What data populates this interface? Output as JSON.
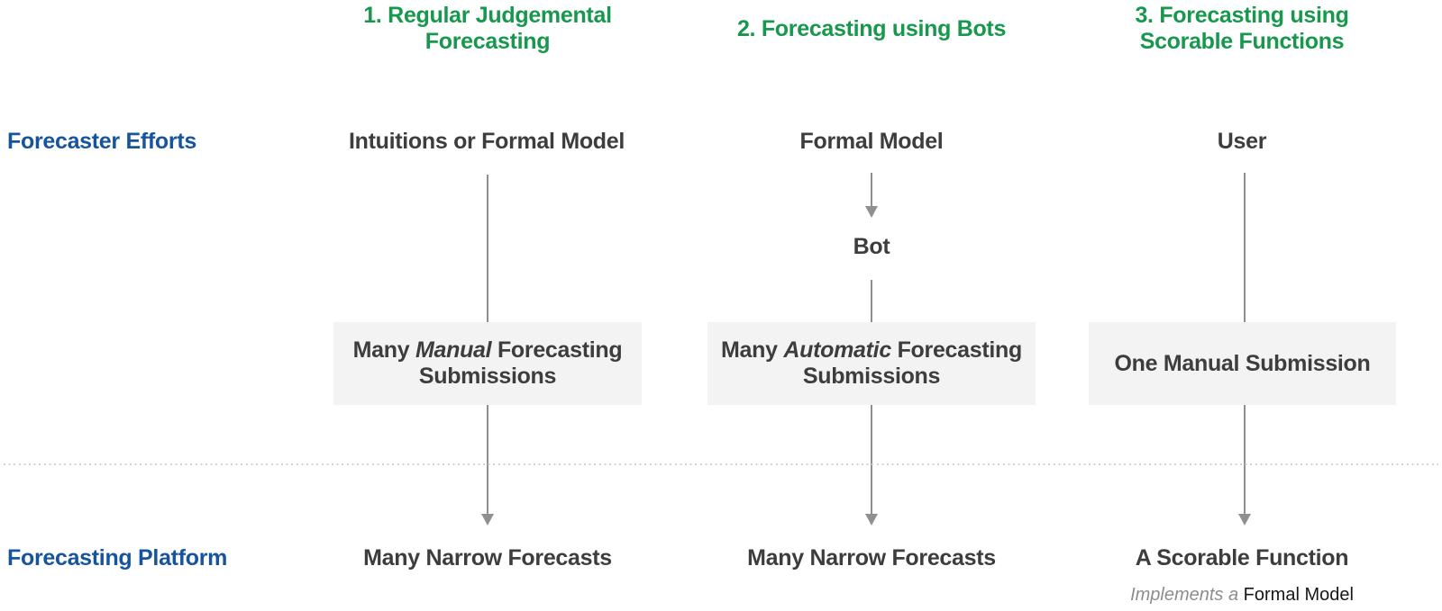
{
  "colors": {
    "header_green": "#17984d",
    "label_blue": "#16549e",
    "text_dark": "#3d3d3d",
    "arrow_gray": "#909090",
    "box_bg": "#f3f3f3",
    "dotted_gray": "#d2d2d2",
    "subtext_gray": "#8d8d8d",
    "subtext_dark": "#171717"
  },
  "rows": {
    "efforts_label": "Forecaster Efforts",
    "platform_label": "Forecasting Platform"
  },
  "columns": [
    {
      "header": "1. Regular Judgemental\nForecasting",
      "effort": "Intuitions or Formal Model",
      "box": {
        "before": "Many ",
        "italic": "Manual",
        "after": " Forecasting Submissions"
      },
      "platform": "Many Narrow Forecasts"
    },
    {
      "header": "2. Forecasting using Bots",
      "effort": "Formal Model",
      "intermediate": "Bot",
      "box": {
        "before": "Many ",
        "italic": "Automatic",
        "after": " Forecasting Submissions"
      },
      "platform": "Many Narrow Forecasts"
    },
    {
      "header": "3. Forecasting using\nScorable Functions",
      "effort": "User",
      "box": {
        "text": "One Manual Submission"
      },
      "platform": "A Scorable Function",
      "note": {
        "italic": "Implements a ",
        "normal": "Formal Model"
      }
    }
  ]
}
